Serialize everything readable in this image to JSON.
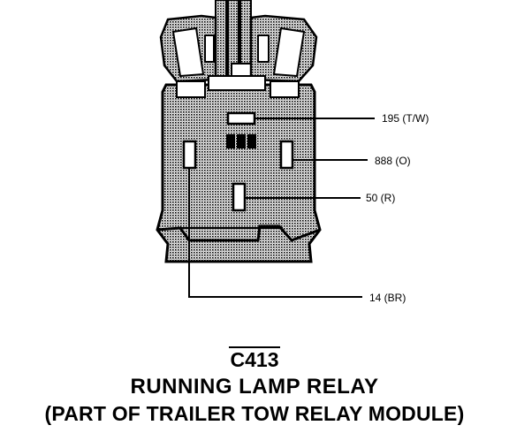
{
  "connector": {
    "id": "C413",
    "name": "RUNNING LAMP RELAY",
    "description": "(PART OF TRAILER TOW RELAY MODULE)"
  },
  "pins": [
    {
      "label": "195 (T/W)"
    },
    {
      "label": "888 (O)"
    },
    {
      "label": "50 (R)"
    },
    {
      "label": "14 (BR)"
    }
  ],
  "colors": {
    "ink": "#000000",
    "body_shade": "#c8c8c8",
    "background": "#ffffff"
  }
}
